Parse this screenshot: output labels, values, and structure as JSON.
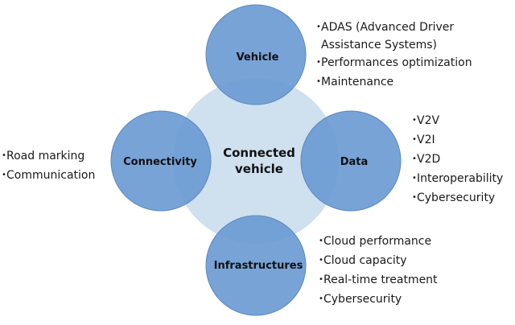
{
  "diagram": {
    "center": {
      "line1": "Connected",
      "line2": "vehicle"
    },
    "nodes": {
      "vehicle": "Vehicle",
      "connectivity": "Connectivity",
      "data": "Data",
      "infrastructures": "Infrastructures"
    },
    "colors": {
      "center_fill": "#cfe0ef",
      "node_fill": "#6d9bd3",
      "node_stroke": "#5a88c2"
    }
  },
  "lists": {
    "vehicle": {
      "bullet": "•",
      "items": [
        {
          "text": "ADAS (Advanced Driver",
          "continuation": "Assistance Systems)"
        },
        {
          "text": "Performances optimization"
        },
        {
          "text": "Maintenance"
        }
      ]
    },
    "connectivity": {
      "bullet": "•",
      "items": [
        {
          "text": "Road marking"
        },
        {
          "text": "Communication"
        }
      ]
    },
    "data": {
      "bullet": "•",
      "items": [
        {
          "text": "V2V"
        },
        {
          "text": "V2I"
        },
        {
          "text": "V2D"
        },
        {
          "text": "Interoperability"
        },
        {
          "text": "Cybersecurity"
        }
      ]
    },
    "infrastructures": {
      "bullet": "•",
      "items": [
        {
          "text": "Cloud performance"
        },
        {
          "text": "Cloud capacity"
        },
        {
          "text": "Real-time treatment"
        },
        {
          "text": "Cybersecurity"
        }
      ]
    }
  }
}
